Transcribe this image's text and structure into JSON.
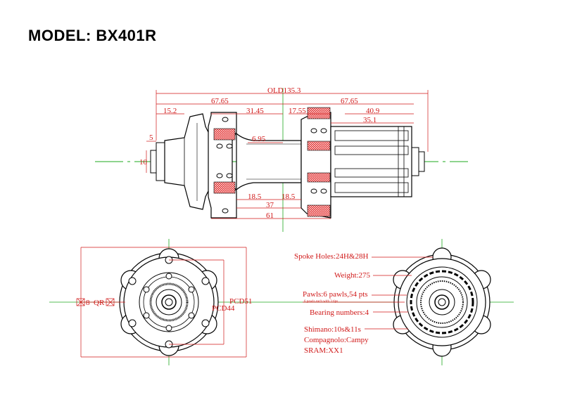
{
  "title": "MODEL:  BX401R",
  "dimensions": {
    "old": "OLD135.3",
    "left_half": "67.65",
    "right_half": "67.65",
    "d15_2": "15.2",
    "d31_45": "31.45",
    "d17_55": "17.55",
    "d40_9": "40.9",
    "d35_1": "35.1",
    "d5": "5",
    "d10": "10",
    "d6_95": "6.95",
    "d18_5a": "18.5",
    "d18_5b": "18.5",
    "d37": "37",
    "d61": "61",
    "pcd51": "PCD51",
    "pcd44": "PCD44",
    "d8": "8",
    "qr": "QR"
  },
  "specs": {
    "spoke_holes": "Spoke Holes:24H&28H",
    "weight": "Weight:275",
    "pawls": "Pawls:6 pawls,54 pts",
    "pawls_note": "6 pawls each with 3 tips",
    "bearings": "Bearing numbers:4",
    "shimano": "Shimano:10s&11s",
    "campagnolo": "Compagnolo:Campy",
    "sram": "SRAM:XX1"
  },
  "colors": {
    "outline": "#000000",
    "dimension": "#d01818",
    "centerline": "#1fa81f"
  }
}
